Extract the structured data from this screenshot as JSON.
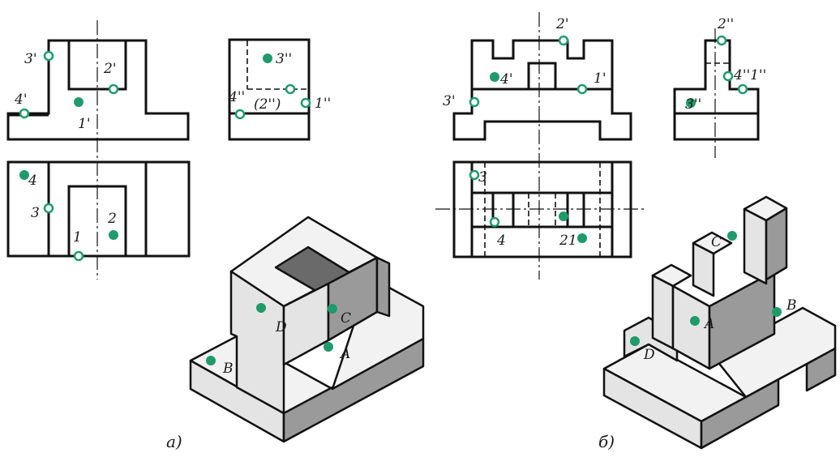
{
  "colors": {
    "point": "#1f9a6b",
    "line": "#111111",
    "shade": "#9a9a9a"
  },
  "figure_a": {
    "caption": "а)",
    "front_labels": {
      "p3": "3'",
      "p2": "2'",
      "p4": "4'",
      "p1": "1'"
    },
    "side_labels": {
      "p3": "3''",
      "p4": "4''",
      "p2": "(2'')",
      "p1": "1''"
    },
    "top_labels": {
      "p4": "4",
      "p3": "3",
      "p2": "2",
      "p1": "1"
    },
    "iso_labels": {
      "D": "D",
      "C": "C",
      "A": "A",
      "B": "B"
    }
  },
  "figure_b": {
    "caption": "б)",
    "front_labels": {
      "p2": "2'",
      "p4": "4'",
      "p1": "1'",
      "p3": "3'"
    },
    "side_labels": {
      "p2": "2''",
      "p4p1": "4''1''",
      "p3": "3''"
    },
    "top_labels": {
      "p3": "3",
      "p4": "4",
      "p21": "21"
    },
    "iso_labels": {
      "C": "C",
      "A": "A",
      "B": "B",
      "D": "D"
    }
  }
}
